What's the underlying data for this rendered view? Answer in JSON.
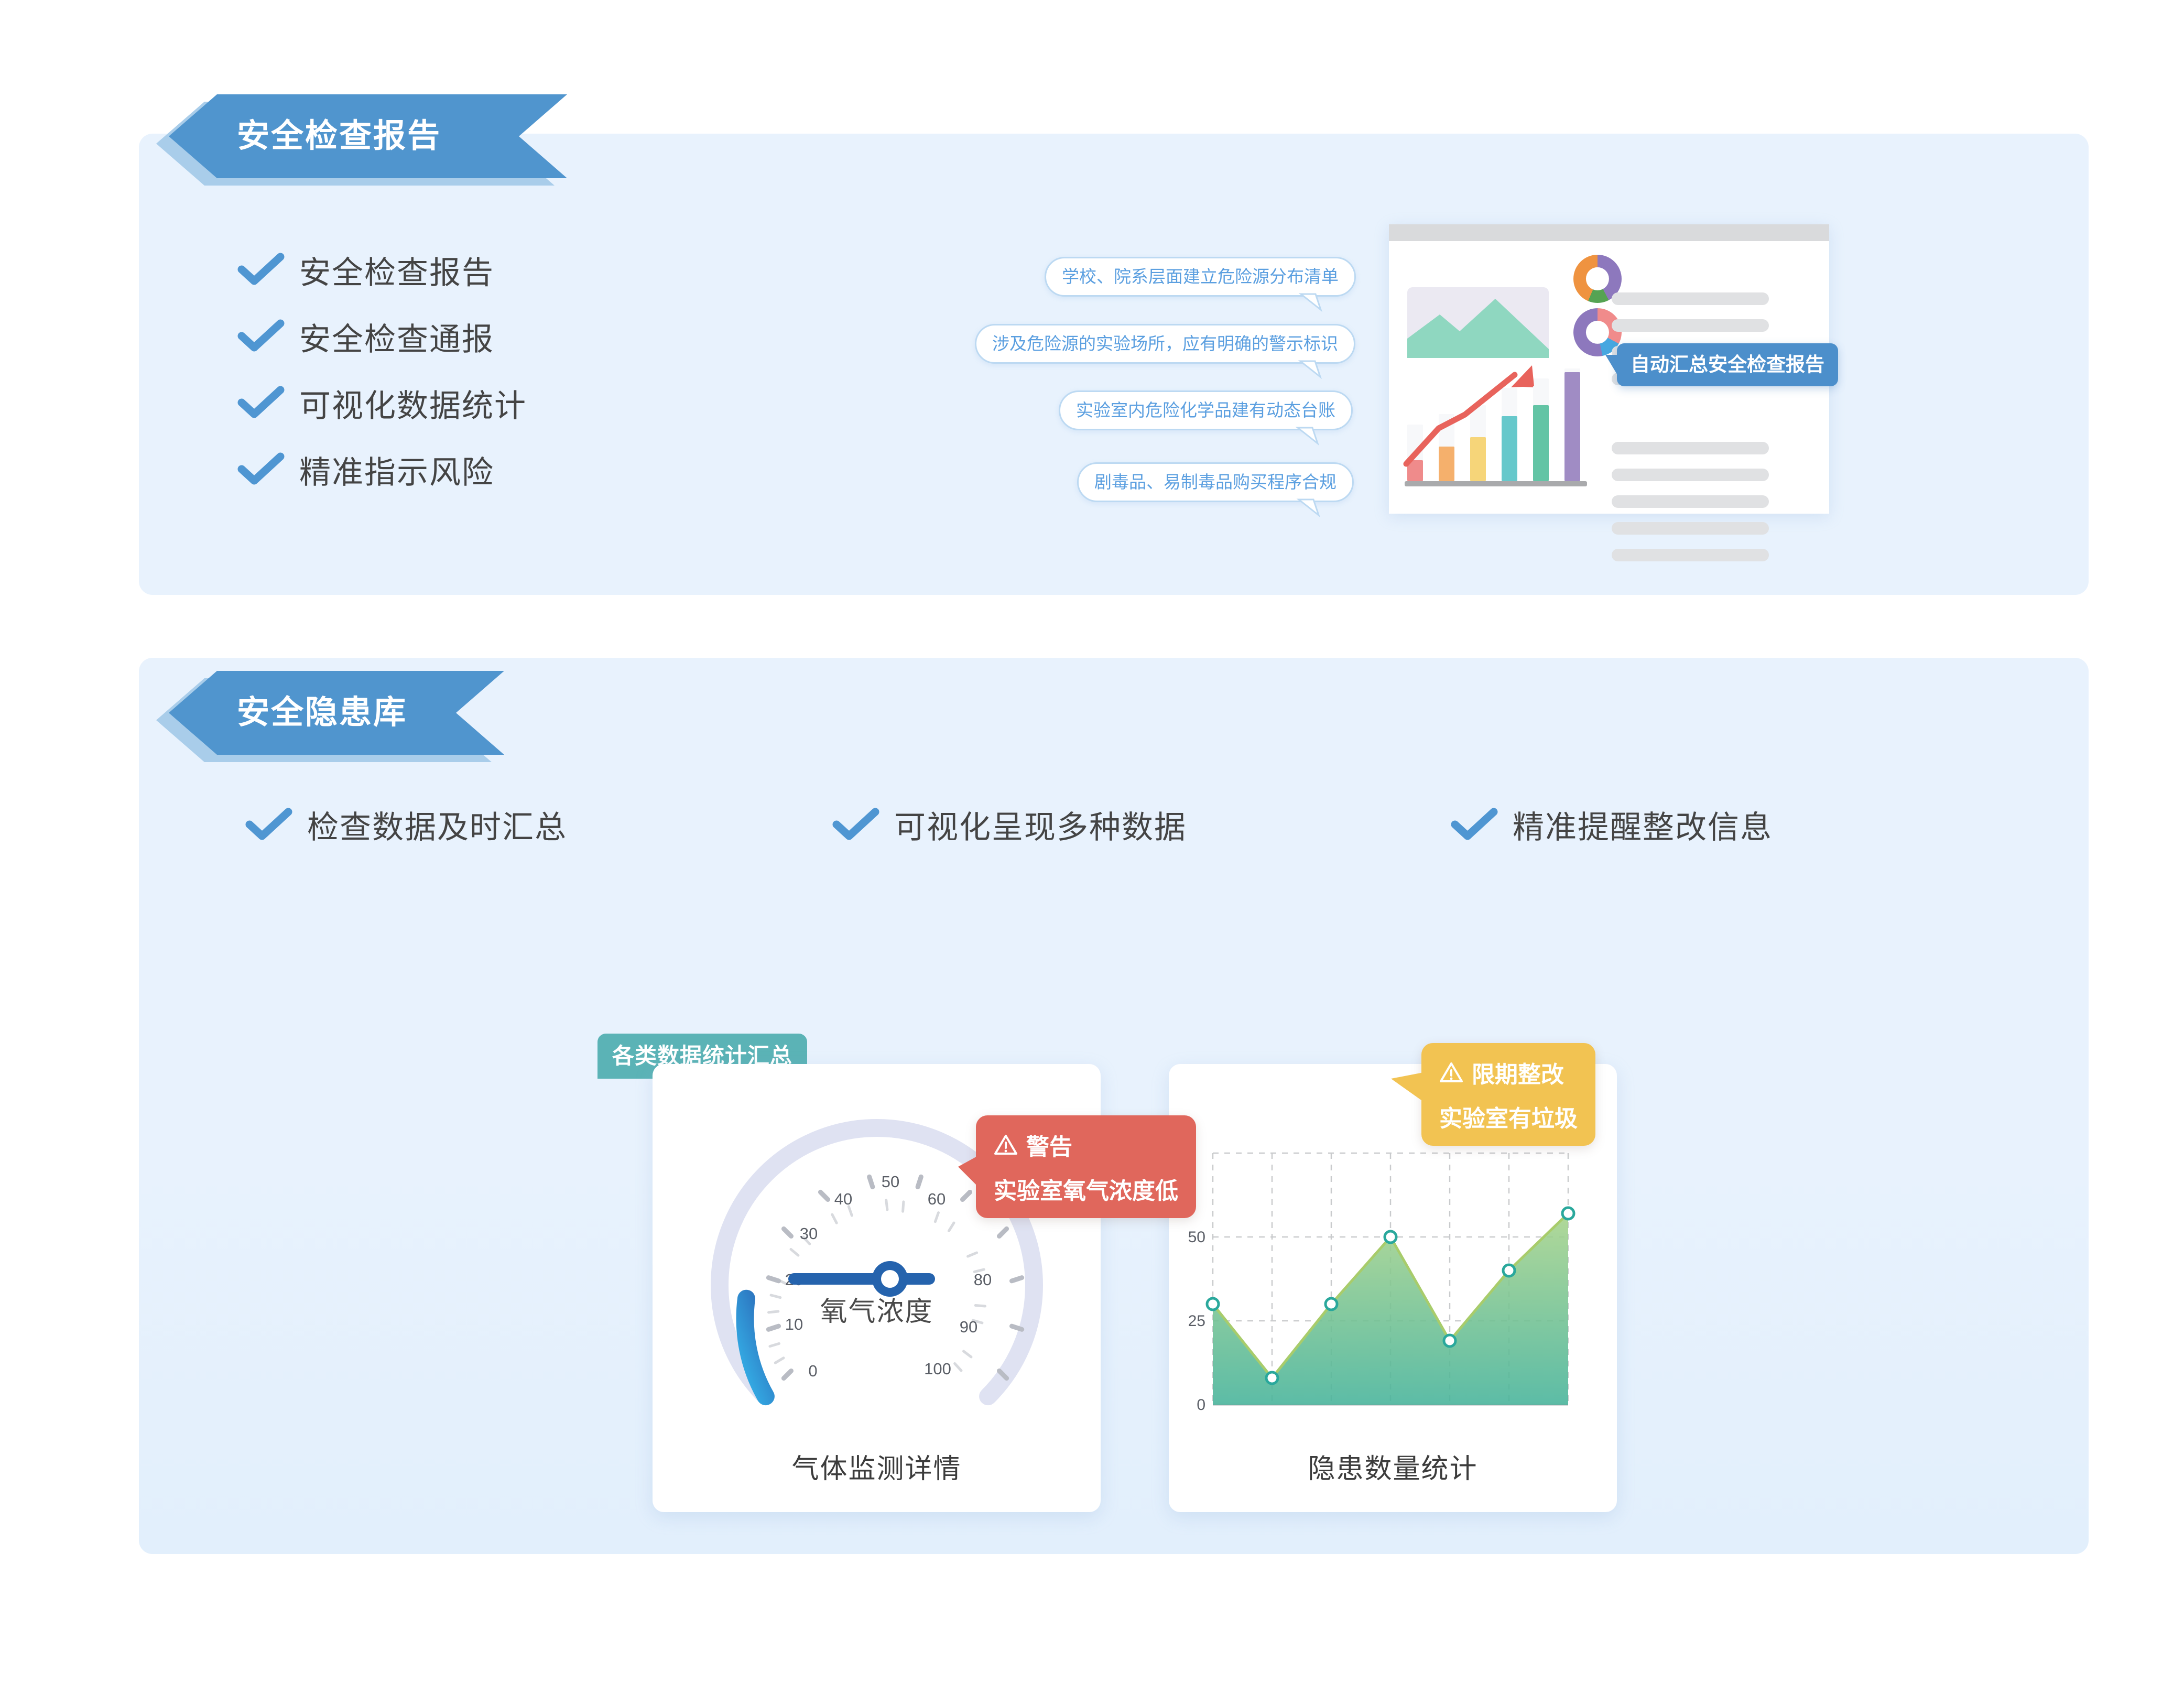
{
  "sections": [
    {
      "banner_label": "安全检查报告",
      "checklist": [
        {
          "label": "安全检查报告"
        },
        {
          "label": "安全检查通报"
        },
        {
          "label": "可视化数据统计"
        },
        {
          "label": "精准指示风险"
        }
      ],
      "pills": [
        {
          "label": "学校、院系层面建立危险源分布清单"
        },
        {
          "label": "涉及危险源的实验场所，应有明确的警示标识"
        },
        {
          "label": "实验室内危险化学品建有动态台账"
        },
        {
          "label": "剧毒品、易制毒品购买程序合规"
        }
      ],
      "doc_callout": "自动汇总安全检查报告"
    },
    {
      "banner_label": "安全隐患库",
      "features": [
        {
          "label": "检查数据及时汇总"
        },
        {
          "label": "可视化呈现多种数据"
        },
        {
          "label": "精准提醒整改信息"
        }
      ],
      "teal_badge": "各类数据统计汇总",
      "cards": [
        {
          "title": "气体监测详情",
          "center_label": "氧气浓度"
        },
        {
          "title": "隐患数量统计"
        }
      ],
      "tooltips": [
        {
          "icon": "warning-triangle-icon",
          "title": "警告",
          "body": "实验室氧气浓度低",
          "color": "#e0675c"
        },
        {
          "icon": "warning-triangle-icon",
          "title": "限期整改",
          "body": "实验室有垃圾",
          "color": "#f2c352"
        }
      ]
    }
  ],
  "chart_data": [
    {
      "type": "gauge",
      "title": "气体监测详情",
      "center_label": "氧气浓度",
      "value": 20,
      "min": 0,
      "max": 100,
      "tick_labels": [
        "0",
        "10",
        "20",
        "30",
        "40",
        "50",
        "60",
        "80",
        "90",
        "100"
      ],
      "major_ticks": [
        0,
        10,
        20,
        30,
        40,
        50,
        60,
        70,
        80,
        90,
        100
      ],
      "arc_color_start": "#2d76c0",
      "arc_color_end": "#35b4ea",
      "track_color": "#dfe2f2",
      "needle_color": "#2563ad"
    },
    {
      "type": "area",
      "title": "隐患数量统计",
      "x": [
        1,
        2,
        3,
        4,
        5,
        6,
        7
      ],
      "values": [
        30,
        8,
        30,
        50,
        19,
        40,
        57
      ],
      "ylim": [
        0,
        75
      ],
      "yticks": [
        0,
        25,
        50
      ],
      "ytick_labels": [
        "0",
        "25",
        "50"
      ],
      "grid": true,
      "line_color": "#a8cc6b",
      "marker_color": "#2aa89c",
      "fill_top": "#a7d38a",
      "fill_bottom": "#46b39a"
    },
    {
      "type": "bar",
      "title": "",
      "categories": [
        "1",
        "2",
        "3",
        "4",
        "5",
        "6"
      ],
      "values": [
        22,
        38,
        48,
        72,
        82,
        100
      ],
      "colors": [
        "#ef8b8b",
        "#f5b06c",
        "#f6d579",
        "#66c8cb",
        "#63c4a5",
        "#a08cc4"
      ]
    },
    {
      "type": "pie",
      "title": "",
      "slices": [
        {
          "name": "purple",
          "value": 42,
          "color": "#8d78bd"
        },
        {
          "name": "green",
          "value": 14,
          "color": "#55a353"
        },
        {
          "name": "orange",
          "value": 44,
          "color": "#ef9340"
        }
      ]
    },
    {
      "type": "pie",
      "title": "",
      "slices": [
        {
          "name": "pink",
          "value": 33,
          "color": "#f08b8b"
        },
        {
          "name": "blue",
          "value": 14,
          "color": "#46a7e0"
        },
        {
          "name": "purple",
          "value": 53,
          "color": "#8d78bd"
        }
      ]
    }
  ],
  "colors": {
    "banner_front": "#5095ce",
    "banner_back": "#a9cdea",
    "panel_bg": "#e8f2fd",
    "check": "#4f96d2",
    "pill_text": "#5b9fe0",
    "pill_border": "#bcd9f2",
    "teal": "#5bb3b6",
    "callout_blue": "#4c8fcb"
  }
}
